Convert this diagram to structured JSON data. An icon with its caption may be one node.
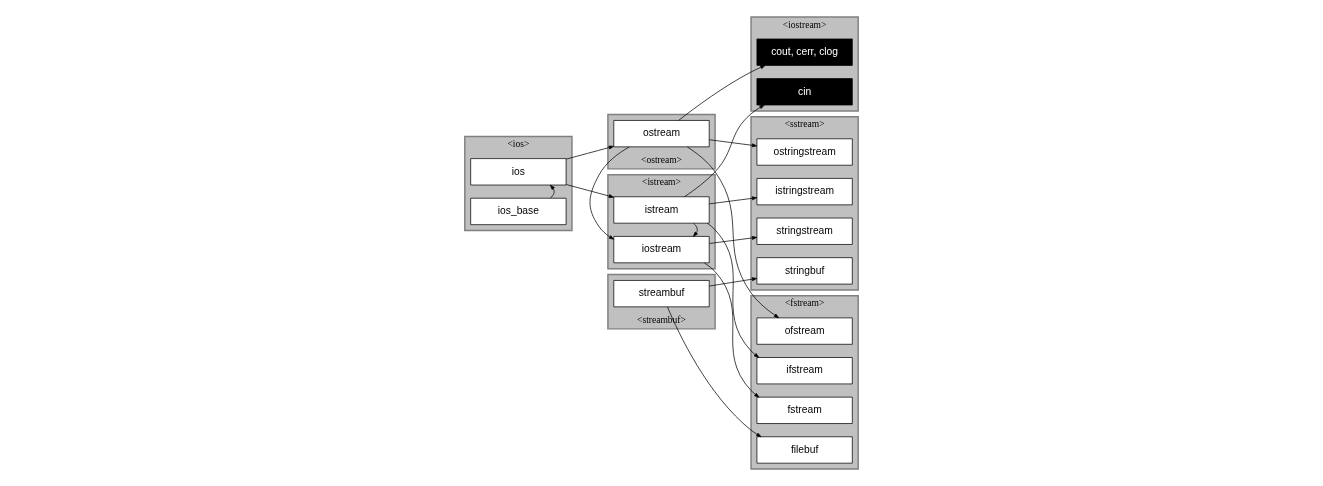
{
  "diagram": {
    "nodes": [
      {
        "text": [
          "<ios>"
        ]
      },
      {
        "text": [
          "ios_base"
        ],
        "in": 0
      },
      {
        "text": [
          "ios"
        ],
        "in": 0
      },
      {
        "text": [
          "<istream>"
        ]
      },
      {
        "text": [
          "istream"
        ],
        "in": 3
      },
      {
        "text": [
          "iostream"
        ],
        "in": 3
      },
      {
        "text": [
          "<ostream>"
        ]
      },
      {
        "text": [
          "ostream"
        ],
        "in": 6
      },
      {
        "text": [
          "<streambuf>"
        ]
      },
      {
        "text": [
          "streambuf"
        ],
        "in": 8
      },
      {
        "text": [
          "<iostream>"
        ]
      },
      {
        "text": [
          "cin"
        ],
        "in": 10
      },
      {
        "text": [
          "cout, cerr, clog"
        ],
        "in": 10
      },
      {
        "text": [
          "<fstream>"
        ]
      },
      {
        "text": [
          "ifstream"
        ],
        "in": 13
      },
      {
        "text": [
          "fstream"
        ],
        "in": 13
      },
      {
        "text": [
          "ofstream"
        ],
        "in": 13
      },
      {
        "text": [
          "filebuf"
        ],
        "in": 13
      },
      {
        "text": [
          "<sstream>"
        ]
      },
      {
        "text": [
          "istringstream"
        ],
        "in": 18
      },
      {
        "text": [
          "stringstream"
        ],
        "in": 18
      },
      {
        "text": [
          "ostringstream"
        ],
        "in": 18
      },
      {
        "text": [
          "stringbuf"
        ],
        "in": 18
      }
    ],
    "edges": [
      {
        "from": 1,
        "to": 2,
        "arrow": "to"
      },
      {
        "from": 2,
        "to": 4,
        "arrow": "to"
      },
      {
        "from": 2,
        "to": 7,
        "arrow": "to"
      },
      {
        "from": 4,
        "to": 5,
        "arrow": "to"
      },
      {
        "from": 7,
        "to": 5,
        "arrow": "to"
      },
      {
        "from": 4,
        "to": 14,
        "arrow": "to"
      },
      {
        "from": 4,
        "to": 19,
        "arrow": "to"
      },
      {
        "from": 4,
        "to": 11,
        "arrow": "to"
      },
      {
        "from": 5,
        "to": 15,
        "arrow": "to"
      },
      {
        "from": 5,
        "to": 20,
        "arrow": "to"
      },
      {
        "from": 7,
        "to": 16,
        "arrow": "to"
      },
      {
        "from": 7,
        "to": 21,
        "arrow": "to"
      },
      {
        "from": 7,
        "to": 12,
        "arrow": "to"
      },
      {
        "from": 9,
        "to": 17,
        "arrow": "to"
      },
      {
        "from": 9,
        "to": 22,
        "arrow": "to"
      }
    ]
  }
}
